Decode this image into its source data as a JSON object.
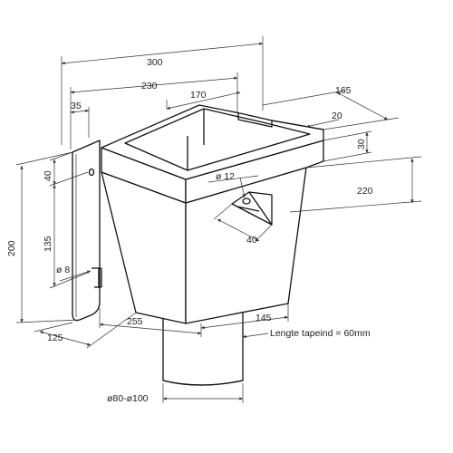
{
  "dimensions": {
    "d300": "300",
    "d230": "230",
    "d35": "35",
    "d170": "170",
    "d165": "165",
    "d20": "20",
    "d30": "30",
    "d220": "220",
    "d40_left": "40",
    "d135": "135",
    "d200": "200",
    "d8": "ø 8",
    "d12": "ø 12",
    "d40_notch": "40",
    "d125": "125",
    "d255": "255",
    "d145": "145",
    "spigot_dia": "ø80-ø100",
    "spigot_note": "Lengte tapeind = 60mm"
  }
}
